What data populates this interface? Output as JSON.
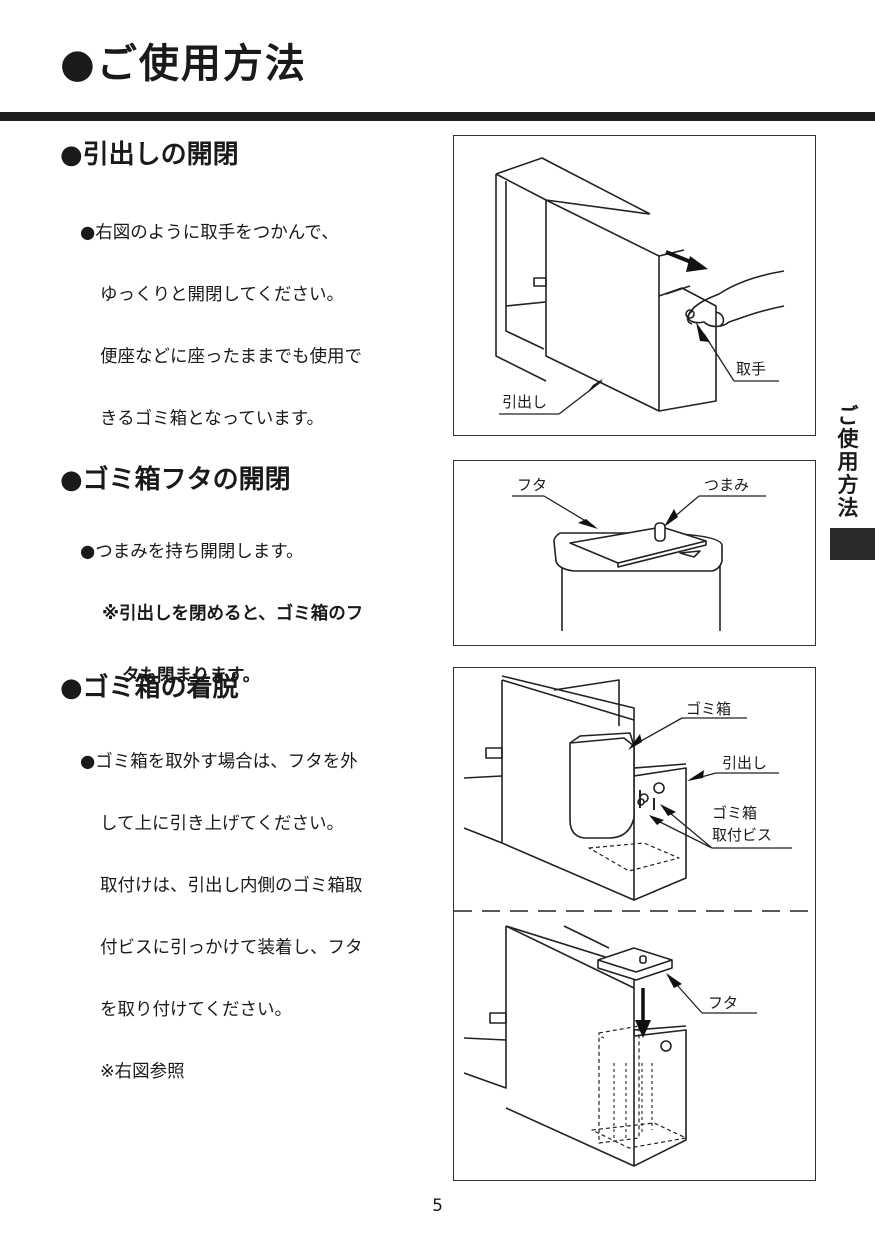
{
  "header": {
    "title": "●ご使用方法"
  },
  "sections": [
    {
      "heading": "●引出しの開閉",
      "lines": [
        "●右図のように取手をつかんで、",
        "ゆっくりと開閉してください。",
        "便座などに座ったままでも使用で",
        "きるゴミ箱となっています。"
      ]
    },
    {
      "heading": "●ゴミ箱フタの開閉",
      "line1": "●つまみを持ち開閉します。",
      "note1": "※引出しを閉めると、ゴミ箱のフ",
      "note2": "タも閉まります。"
    },
    {
      "heading": "●ゴミ箱の着脱",
      "lines": [
        "●ゴミ箱を取外す場合は、フタを外",
        "して上に引き上げてください。",
        "取付けは、引出し内側のゴミ箱取",
        "付ビスに引っかけて装着し、フタ",
        "を取り付けてください。",
        "※右図参照"
      ]
    }
  ],
  "figures": {
    "fig1": {
      "handle_label": "取手",
      "drawer_label": "引出し"
    },
    "fig2": {
      "lid_label": "フタ",
      "knob_label": "つまみ"
    },
    "fig3": {
      "bin_label": "ゴミ箱",
      "drawer_label": "引出し",
      "screw_label1": "ゴミ箱",
      "screw_label2": "取付ビス",
      "lid_label": "フタ"
    }
  },
  "side_tab": {
    "label": "ご使用方法"
  },
  "footer": {
    "page_number": "5"
  }
}
